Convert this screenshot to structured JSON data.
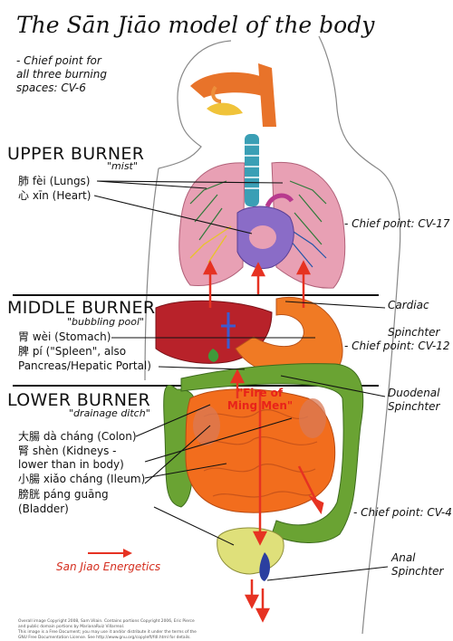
{
  "title": "The Sān Jiāo model of the body",
  "chief_note": [
    "- Chief point for",
    "all three burning",
    "spaces: CV-6"
  ],
  "upper": {
    "heading": "UPPER BURNER",
    "sub": "\"mist\"",
    "organs": [
      "肺 fèi (Lungs)",
      "心 xīn (Heart)"
    ]
  },
  "middle": {
    "heading": "MIDDLE BURNER",
    "sub": "\"bubbling pool\"",
    "organs": [
      "胃 wèi (Stomach)",
      "脾 pí (\"Spleen\", also",
      "Pancreas/Hepatic Portal)"
    ]
  },
  "lower": {
    "heading": "LOWER BURNER",
    "sub": "\"drainage ditch\"",
    "organs": [
      "大腸 dà cháng (Colon)",
      "腎 shèn (Kidneys -",
      "lower than in body)",
      "小腸 xiǎo cháng (Ileum)",
      "膀胱 páng guāng",
      "(Bladder)"
    ]
  },
  "right_labels": {
    "cv17": "- Chief point: CV-17",
    "cardiac": [
      "Cardiac",
      "Spinchter"
    ],
    "cv12": "- Chief point: CV-12",
    "duodenal": [
      "Duodenal",
      "Spinchter"
    ],
    "cv4": "- Chief point: CV-4",
    "anal": [
      "Anal",
      "Spinchter"
    ]
  },
  "fire": [
    "\"Fire of",
    "Ming Men\""
  ],
  "legend": "San Jiao Energetics",
  "credits": [
    "Overall image Copyright 2008, Sam Vilain. Contains portions Copyright 2006, Eric Pierce",
    "and public domain portions by MarianaRuiz Villarreal.",
    "This image is a Free Document; you may use it and/or distribute it under the terms of the",
    "GNU Free Documentation License. See http://www.gnu.org/copyleft/fdl.html for details."
  ],
  "colors": {
    "lung": "#e8a0b4",
    "liver": "#b8222a",
    "stomach": "#f07a24",
    "intestine": "#f26d1d",
    "colon": "#6aa333",
    "bladder": "#dfe07a",
    "trachea": "#3a9fb5",
    "arrow": "#e63222",
    "divider": "#111111"
  }
}
